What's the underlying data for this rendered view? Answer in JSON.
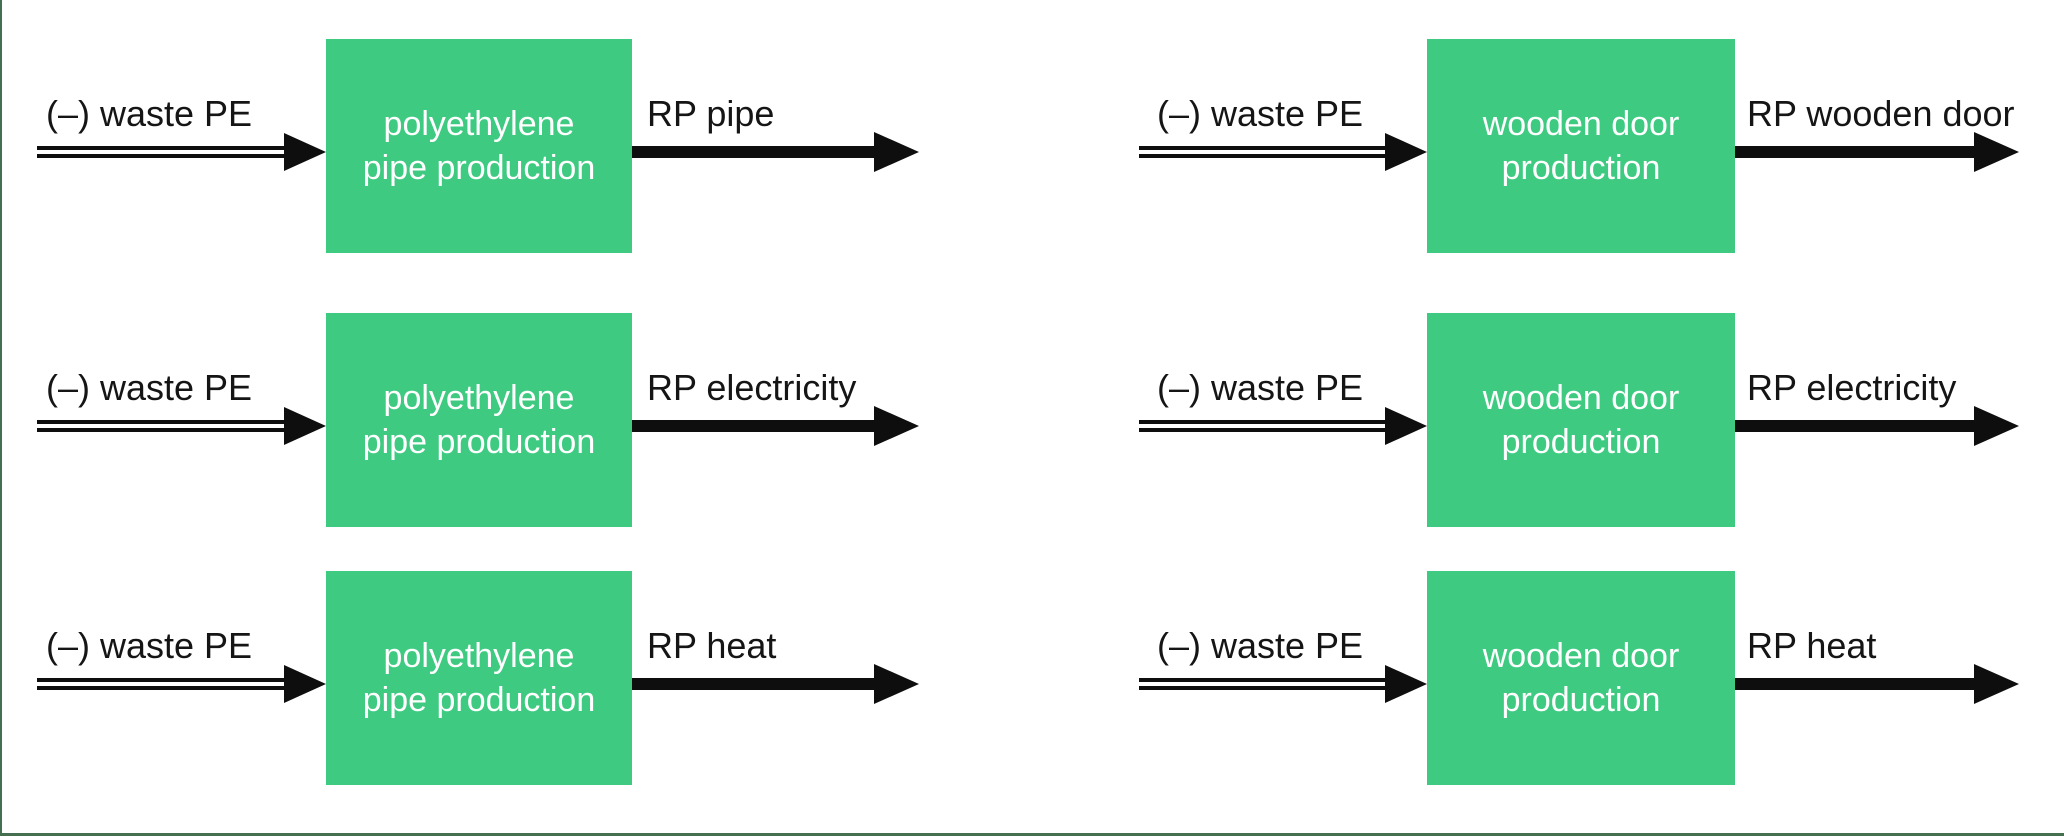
{
  "style": {
    "background": "#ffffff",
    "frame_line_color": "#45704f",
    "box_fill": "#3ecb81",
    "box_text_color": "#ffffff",
    "arrow_color": "#0e0e0e",
    "label_color": "#151515"
  },
  "flows": [
    {
      "input_label": "(–) waste PE",
      "process": "polyethylene\npipe production",
      "output_label": "RP pipe"
    },
    {
      "input_label": "(–) waste PE",
      "process": "wooden door\nproduction",
      "output_label": "RP wooden door"
    },
    {
      "input_label": "(–) waste PE",
      "process": "polyethylene\npipe production",
      "output_label": "RP electricity"
    },
    {
      "input_label": "(–) waste PE",
      "process": "wooden door\nproduction",
      "output_label": "RP electricity"
    },
    {
      "input_label": "(–) waste PE",
      "process": "polyethylene\npipe production",
      "output_label": "RP heat"
    },
    {
      "input_label": "(–) waste PE",
      "process": "wooden door\nproduction",
      "output_label": "RP heat"
    }
  ]
}
